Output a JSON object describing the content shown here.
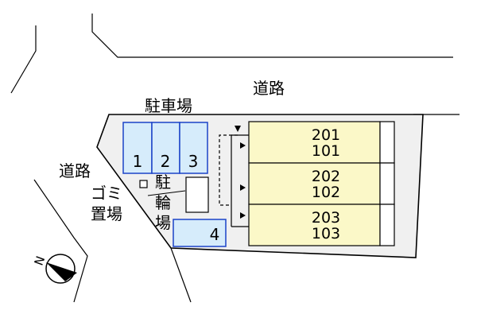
{
  "roads": {
    "top_label": "道路",
    "left_label": "道路"
  },
  "parking": {
    "label": "駐車場",
    "spaces": [
      "1",
      "2",
      "3",
      "4"
    ]
  },
  "bicycle_parking": {
    "chars": [
      "駐",
      "輪",
      "場"
    ]
  },
  "garbage": {
    "line1": "ゴミ",
    "line2": "置場"
  },
  "units": [
    {
      "upper": "201",
      "lower": "101"
    },
    {
      "upper": "202",
      "lower": "102"
    },
    {
      "upper": "203",
      "lower": "103"
    }
  ],
  "compass": {
    "label": "N"
  },
  "colors": {
    "lot_fill": "#f0f0f0",
    "parking_fill": "#d6ecfb",
    "parking_stroke": "#1a43c8",
    "unit_fill": "#fbf8c8"
  }
}
